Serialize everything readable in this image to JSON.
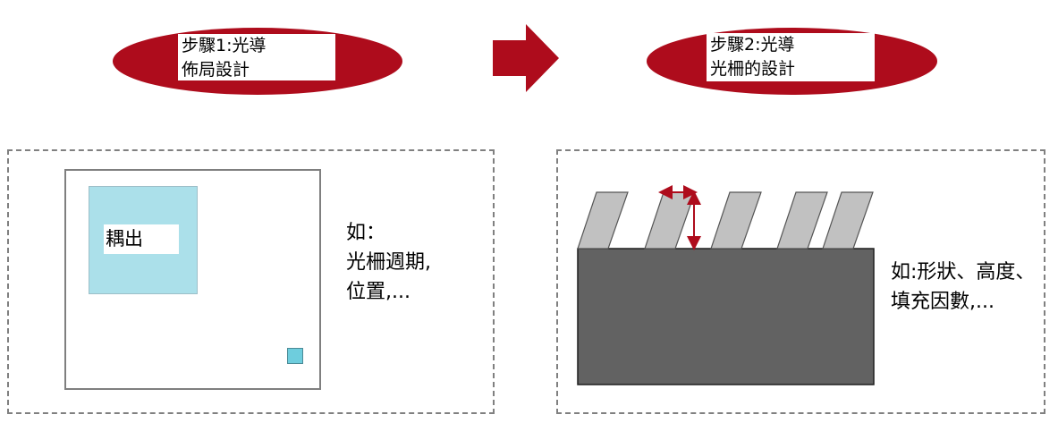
{
  "steps": [
    {
      "line1": "步驟1:光導",
      "line2": "佈局設計"
    },
    {
      "line1": "步驟2:光導",
      "line2": "光柵的設計"
    }
  ],
  "layout_panel": {
    "coupler_label": "耦出",
    "notes": [
      "如：",
      "光柵週期,",
      "位置,..."
    ]
  },
  "grating_panel": {
    "notes": [
      "如:形狀、高度、",
      "填充因數,..."
    ]
  },
  "colors": {
    "accent_red": "#ae0c1c",
    "coupler_fill": "#abe0ea",
    "small_square_fill": "#6ecddd",
    "substrate_fill": "#626262",
    "tooth_fill": "#c1c1c1"
  }
}
